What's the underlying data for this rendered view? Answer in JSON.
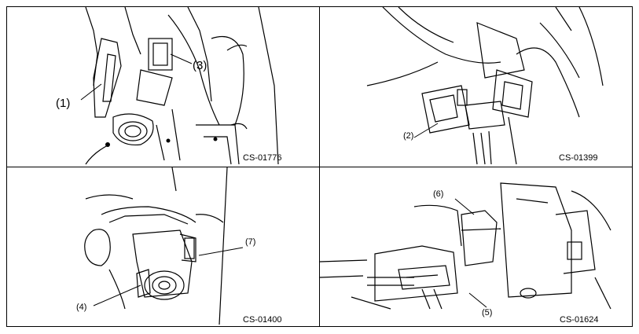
{
  "panels": [
    {
      "code": "CS-01776",
      "callouts": [
        "(1)",
        "(3)"
      ]
    },
    {
      "code": "CS-01399",
      "callouts": [
        "(2)"
      ]
    },
    {
      "code": "CS-01400",
      "callouts": [
        "(7)",
        "(4)"
      ]
    },
    {
      "code": "CS-01624",
      "callouts": [
        "(6)",
        "(5)"
      ]
    }
  ]
}
